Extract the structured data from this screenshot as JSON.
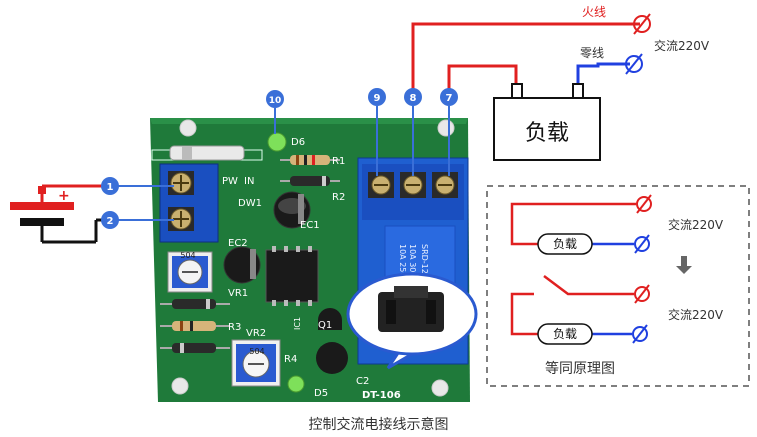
{
  "caption": "控制交流电接线示意图",
  "power_labels": {
    "live": "火线",
    "neutral": "零线",
    "ac": "交流220V"
  },
  "load_label": "负载",
  "terminals": [
    "1",
    "2",
    "9",
    "8",
    "7",
    "10"
  ],
  "equivalent": {
    "title": "等同原理图",
    "load_top": "负载",
    "load_bottom": "负载",
    "ac_top": "交流220V",
    "ac_bottom": "交流220V"
  },
  "board": {
    "model": "DT-106",
    "labels": [
      "D6",
      "R1",
      "R2",
      "PW",
      "IN",
      "DW1",
      "EC1",
      "EC2",
      "VR1",
      "R3",
      "VR2",
      "R4",
      "Q1",
      "D5",
      "C2",
      "IC1"
    ],
    "relay_text": [
      "10A 250V",
      "10A 30V",
      "SRD-12"
    ],
    "pot_text": "504"
  },
  "colors": {
    "live_wire": "#e02020",
    "neutral_wire": "#2040e0",
    "badge": "#3a6fd8",
    "pcb": "#1f7a3a",
    "relay": "#1f5fd0",
    "terminal_block": "#1a4fc0"
  }
}
